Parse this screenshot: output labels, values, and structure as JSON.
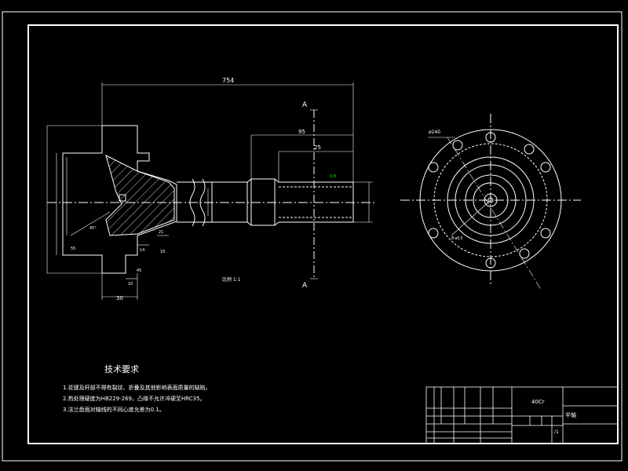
{
  "colors": {
    "background": "#000000",
    "line": "#ffffff",
    "accent": "#00ff00"
  },
  "section_view": {
    "dim_total_length": "754",
    "dim_95": "95",
    "dim_25": "25",
    "dim_30": "30",
    "dim_10": "10",
    "dim_14": "14",
    "dim_16": "16",
    "dim_21": "21",
    "dim_45": "45",
    "dim_55": "55",
    "dim_chamfer": "45°",
    "surface_mark": "0.8",
    "section_a_top": "A",
    "section_a_bottom": "A",
    "scale_label": "比例 1:1"
  },
  "end_view": {
    "dim_bolt_circle": "ø240",
    "dim_hole": "8-ø13"
  },
  "tech_requirements": {
    "title": "技术要求",
    "lines": [
      "1.花键及杆部不得有裂纹、折叠及其他影响表面质量的缺陷。",
      "2.热处理硬度为HB229-269，凸缘不允许淬硬至HRC35。",
      "3.法兰盘面对轴线的不同心度允差为0.1。"
    ]
  },
  "title_block": {
    "material": "40Cr",
    "part_name": "半轴",
    "sheet": "/1"
  }
}
